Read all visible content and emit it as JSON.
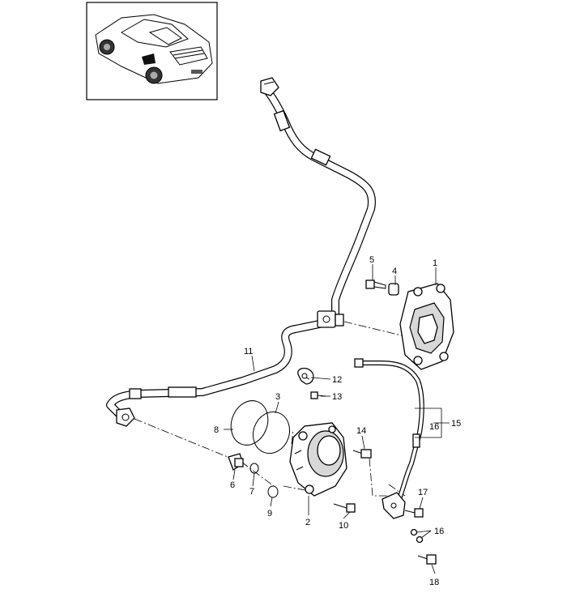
{
  "callouts": [
    {
      "id": "c1",
      "text": "1"
    },
    {
      "id": "c2",
      "text": "2"
    },
    {
      "id": "c3",
      "text": "3"
    },
    {
      "id": "c4",
      "text": "4"
    },
    {
      "id": "c5",
      "text": "5"
    },
    {
      "id": "c6",
      "text": "6"
    },
    {
      "id": "c7",
      "text": "7"
    },
    {
      "id": "c8",
      "text": "8"
    },
    {
      "id": "c9",
      "text": "9"
    },
    {
      "id": "c10",
      "text": "10"
    },
    {
      "id": "c11",
      "text": "11"
    },
    {
      "id": "c12",
      "text": "12"
    },
    {
      "id": "c13",
      "text": "13"
    },
    {
      "id": "c14",
      "text": "14"
    },
    {
      "id": "c15",
      "text": "15"
    },
    {
      "id": "c16a",
      "text": "16"
    },
    {
      "id": "c16b",
      "text": "16"
    },
    {
      "id": "c17",
      "text": "17"
    },
    {
      "id": "c18",
      "text": "18"
    }
  ]
}
